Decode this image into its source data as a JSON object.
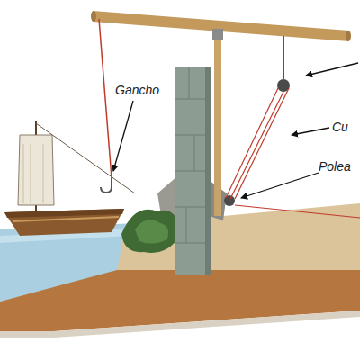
{
  "diagram": {
    "labels": [
      "Gancho",
      "Cu",
      "Polea"
    ]
  }
}
